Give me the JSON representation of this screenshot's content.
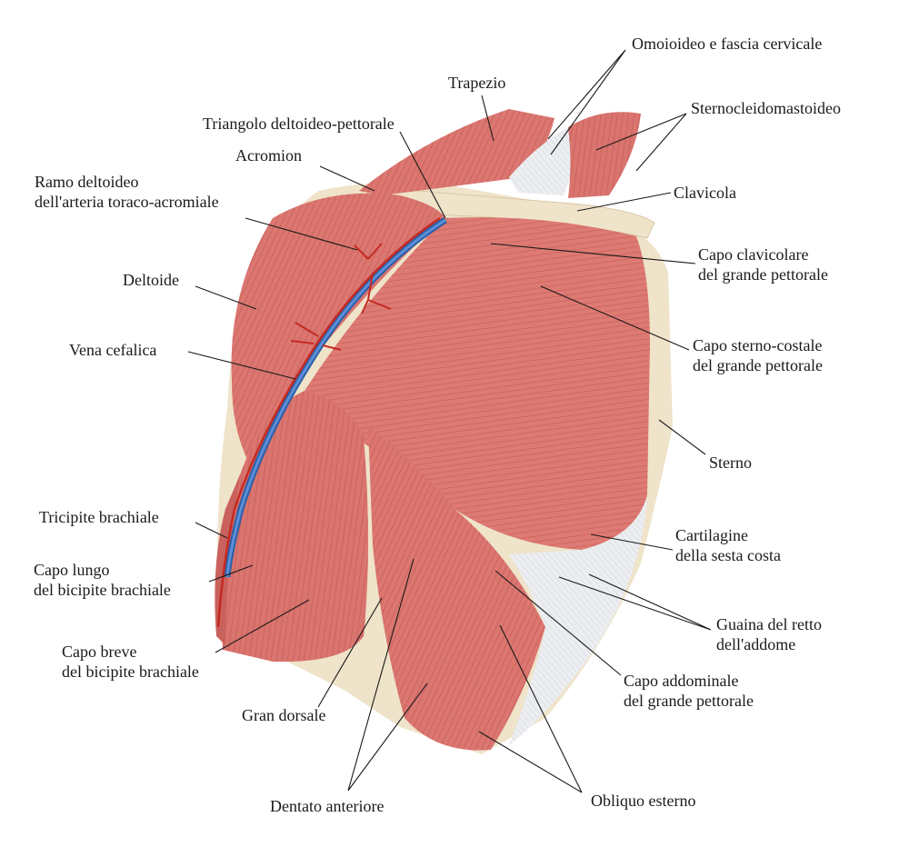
{
  "labels": {
    "omoioideo": "Omoioideo e fascia cervicale",
    "trapezio": "Trapezio",
    "sternocleido": "Sternocleidomastoideo",
    "triangolo": "Triangolo deltoideo-pettorale",
    "acromion": "Acromion",
    "clavicola": "Clavicola",
    "ramo_1": "Ramo deltoideo",
    "ramo_2": "dell'arteria toraco-acromiale",
    "capo_clav_1": "Capo clavicolare",
    "capo_clav_2": "del grande pettorale",
    "deltoide": "Deltoide",
    "capo_sterno_1": "Capo sterno-costale",
    "capo_sterno_2": "del grande pettorale",
    "vena": "Vena cefalica",
    "sterno": "Sterno",
    "tricipite": "Tricipite brachiale",
    "cartilagine_1": "Cartilagine",
    "cartilagine_2": "della sesta costa",
    "capo_lungo_1": "Capo lungo",
    "capo_lungo_2": "del bicipite brachiale",
    "guaina_1": "Guaina del retto",
    "guaina_2": "dell'addome",
    "capo_breve_1": "Capo breve",
    "capo_breve_2": "del bicipite brachiale",
    "capo_addom_1": "Capo addominale",
    "capo_addom_2": "del grande pettorale",
    "gran_dorsale": "Gran dorsale",
    "obliquo": "Obliquo esterno",
    "dentato": "Dentato anteriore"
  },
  "colors": {
    "muscle": "#d9716c",
    "muscle_light": "#eea69d",
    "muscle_dark": "#b4504d",
    "bone": "#efe3c9",
    "fascia": "#e3e6ea",
    "artery": "#c42a22",
    "vein": "#3f74c0"
  }
}
